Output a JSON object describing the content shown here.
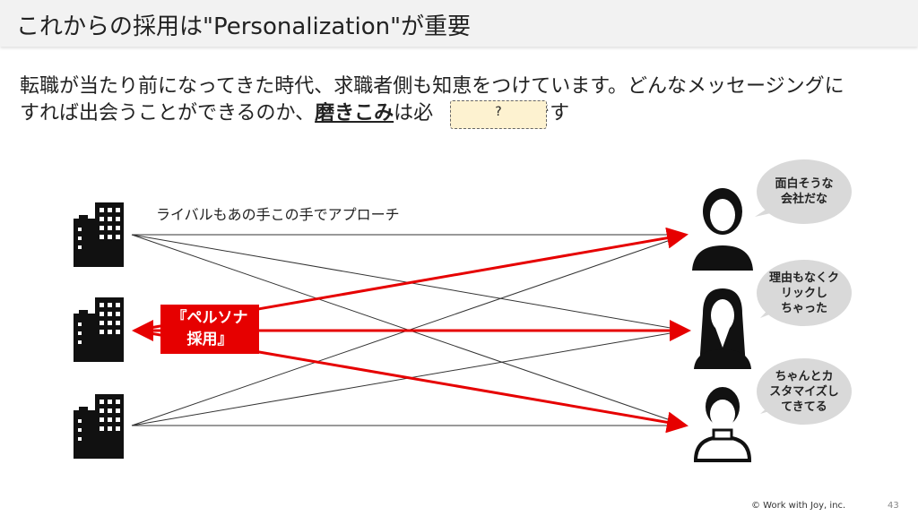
{
  "header": {
    "title": "これからの採用は\"Personalization\"が重要"
  },
  "lead": {
    "line1": "転職が当たり前になってきた時代、求職者側も知恵をつけています。どんなメッセージングに",
    "line2_a": "すれば出会うことができるのか、",
    "line2_b": "磨きこみ",
    "line2_c": "は必",
    "line2_d": "です",
    "hidden": "?"
  },
  "diagram": {
    "rival_label": "ライバルもあの手この手でアプローチ",
    "persona_label_1": "『ペルソナ",
    "persona_label_2": "採用』",
    "bubbles": [
      [
        "面白そうな",
        "会社だな"
      ],
      [
        "理由もなくク",
        "リックし",
        "ちゃった"
      ],
      [
        "ちゃんとカ",
        "スタマイズし",
        "てきてる"
      ]
    ],
    "accent": "#e60000"
  },
  "footer": {
    "copyright": "© Work with Joy, inc.",
    "page": "43"
  }
}
